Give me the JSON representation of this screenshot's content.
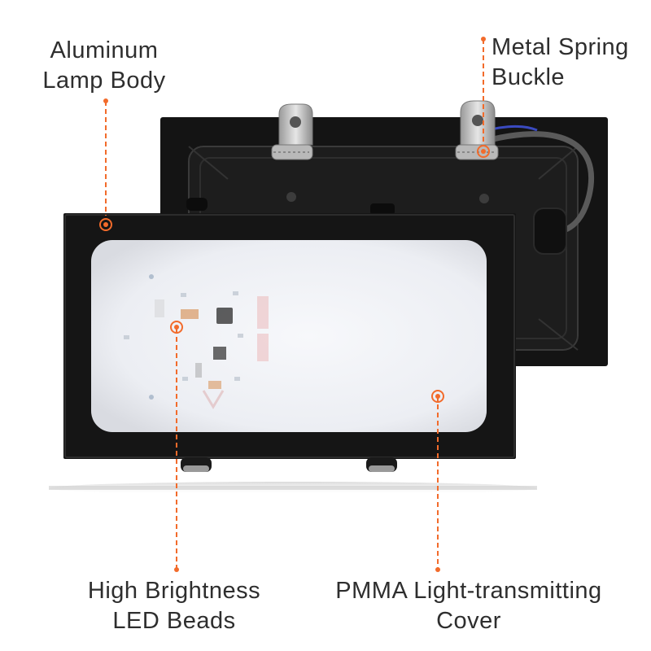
{
  "image": {
    "background": "#ffffff",
    "accent_color": "#f26b2b",
    "housing_color": "#1c1c1c",
    "diffuser_color": "#f2f3f6"
  },
  "callouts": [
    {
      "id": "aluminum-lamp-body",
      "lines": [
        "Aluminum",
        "Lamp Body"
      ]
    },
    {
      "id": "metal-spring-buckle",
      "lines": [
        "Metal Spring",
        "Buckle"
      ]
    },
    {
      "id": "led-beads",
      "lines": [
        "High Brightness",
        "LED Beads"
      ]
    },
    {
      "id": "pmma-cover",
      "lines": [
        "PMMA Light-transmitting",
        "Cover"
      ]
    }
  ]
}
